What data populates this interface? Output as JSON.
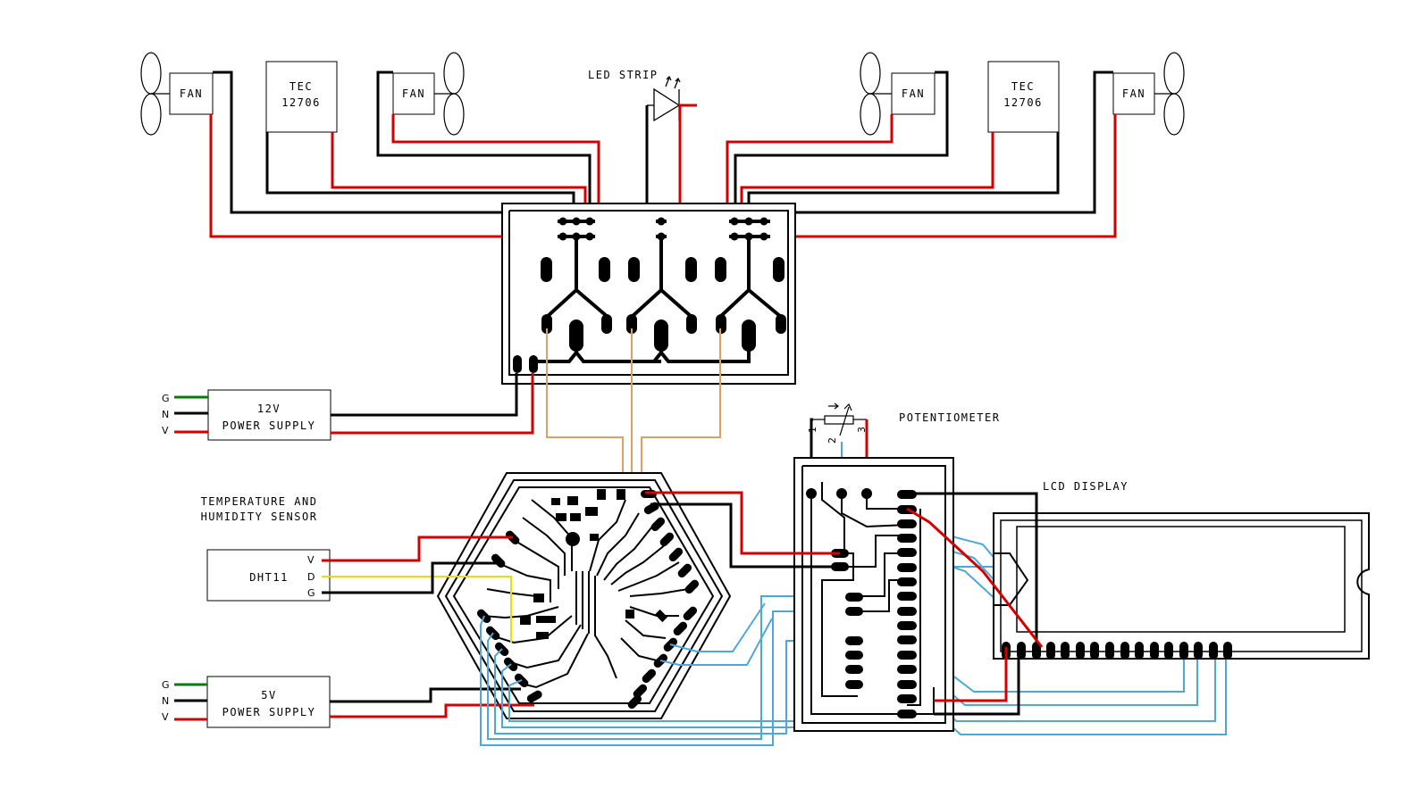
{
  "colors": {
    "power_positive": "#d40000",
    "ground": "#0a7a0a",
    "signal_blue": "#4fa7d8",
    "signal_orange": "#e0a060",
    "signal_yellow": "#e8e000",
    "trace": "#000000"
  },
  "components": {
    "fan_1": "FAN",
    "fan_2": "FAN",
    "fan_3": "FAN",
    "fan_4": "FAN",
    "tec_1": {
      "line1": "TEC",
      "line2": "12706"
    },
    "tec_2": {
      "line1": "TEC",
      "line2": "12706"
    },
    "led_strip": "LED STRIP",
    "potentiometer": "POTENTIOMETER",
    "lcd_display": "LCD DISPLAY",
    "sensor_caption": {
      "line1": "TEMPERATURE AND",
      "line2": "HUMIDITY SENSOR"
    },
    "dht11": {
      "name": "DHT11",
      "pin_v": "V",
      "pin_d": "D",
      "pin_g": "G"
    },
    "supply_12v": {
      "line1": "12V",
      "line2": "POWER SUPPLY",
      "pin_g": "G",
      "pin_n": "N",
      "pin_v": "V"
    },
    "supply_5v": {
      "line1": "5V",
      "line2": "POWER SUPPLY",
      "pin_g": "G",
      "pin_n": "N",
      "pin_v": "V"
    },
    "pot_pins": {
      "p1": "1",
      "p2": "2",
      "p3": "3"
    }
  }
}
